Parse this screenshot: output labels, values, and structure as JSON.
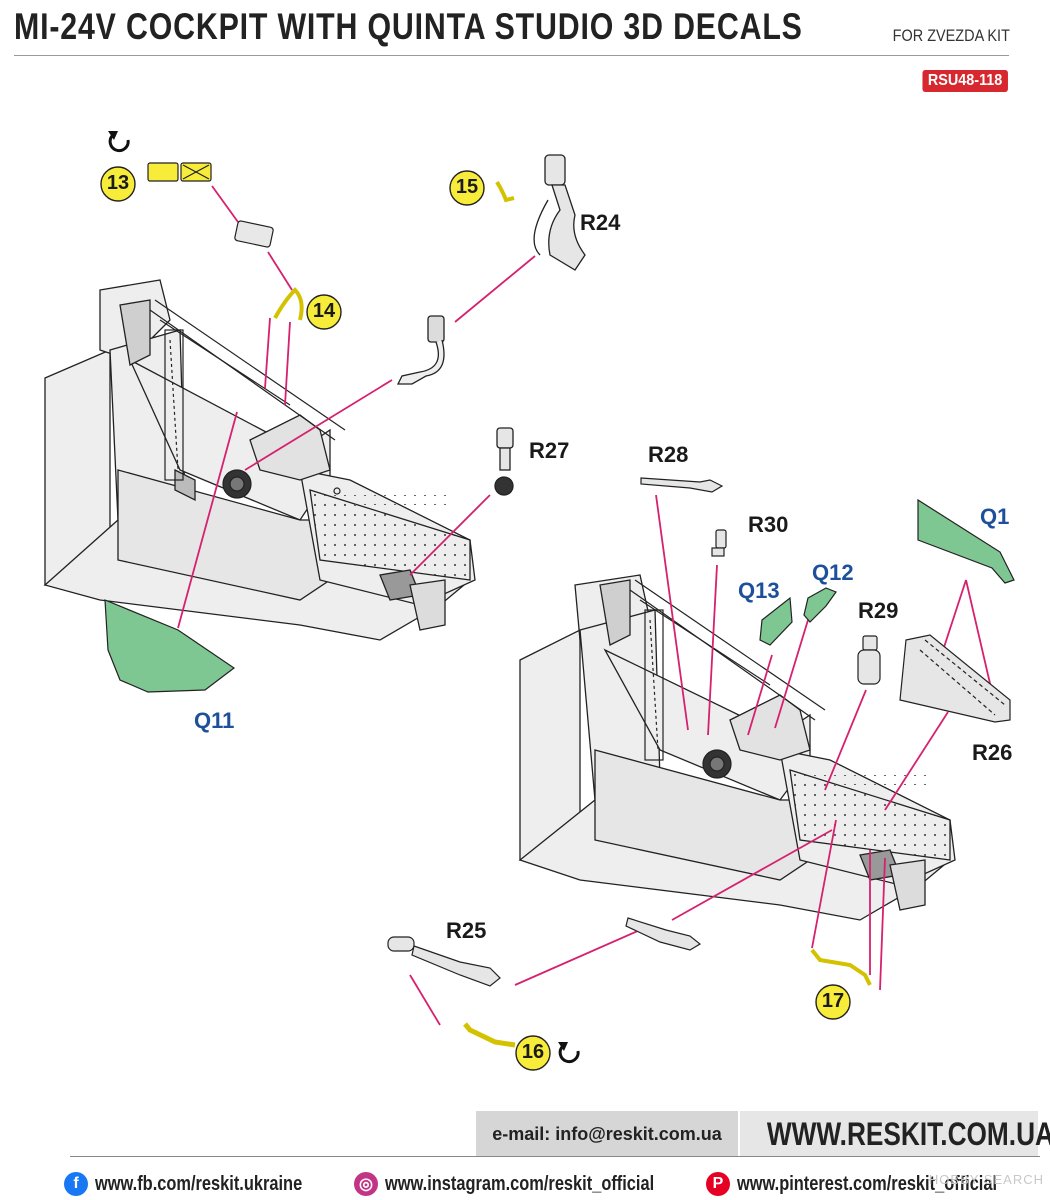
{
  "header": {
    "title": "MI-24V COCKPIT WITH QUINTA STUDIO 3D DECALS",
    "subtitle": "FOR ZVEZDA KIT",
    "code": "RSU48-118"
  },
  "callouts": {
    "n13": "13",
    "n14": "14",
    "n15": "15",
    "n16": "16",
    "n17": "17"
  },
  "parts": {
    "R24": "R24",
    "R25": "R25",
    "R26": "R26",
    "R27": "R27",
    "R28": "R28",
    "R29": "R29",
    "R30": "R30"
  },
  "panels": {
    "Q1": "Q1",
    "Q11": "Q11",
    "Q12": "Q12",
    "Q13": "Q13"
  },
  "colors": {
    "callout_fill": "#f7ec3a",
    "leader": "#d6216f",
    "panel_green": "#7fc792",
    "panel_label": "#1d4f9a",
    "badge": "#d7282f"
  },
  "footer": {
    "email": "e-mail: info@reskit.com.ua",
    "website": "WWW.RESKIT.COM.UA",
    "facebook": "www.fb.com/reskit.ukraine",
    "instagram": "www.instagram.com/reskit_official",
    "pinterest": "www.pinterest.com/reskit_official"
  },
  "watermark": "HOBBY SEARCH"
}
